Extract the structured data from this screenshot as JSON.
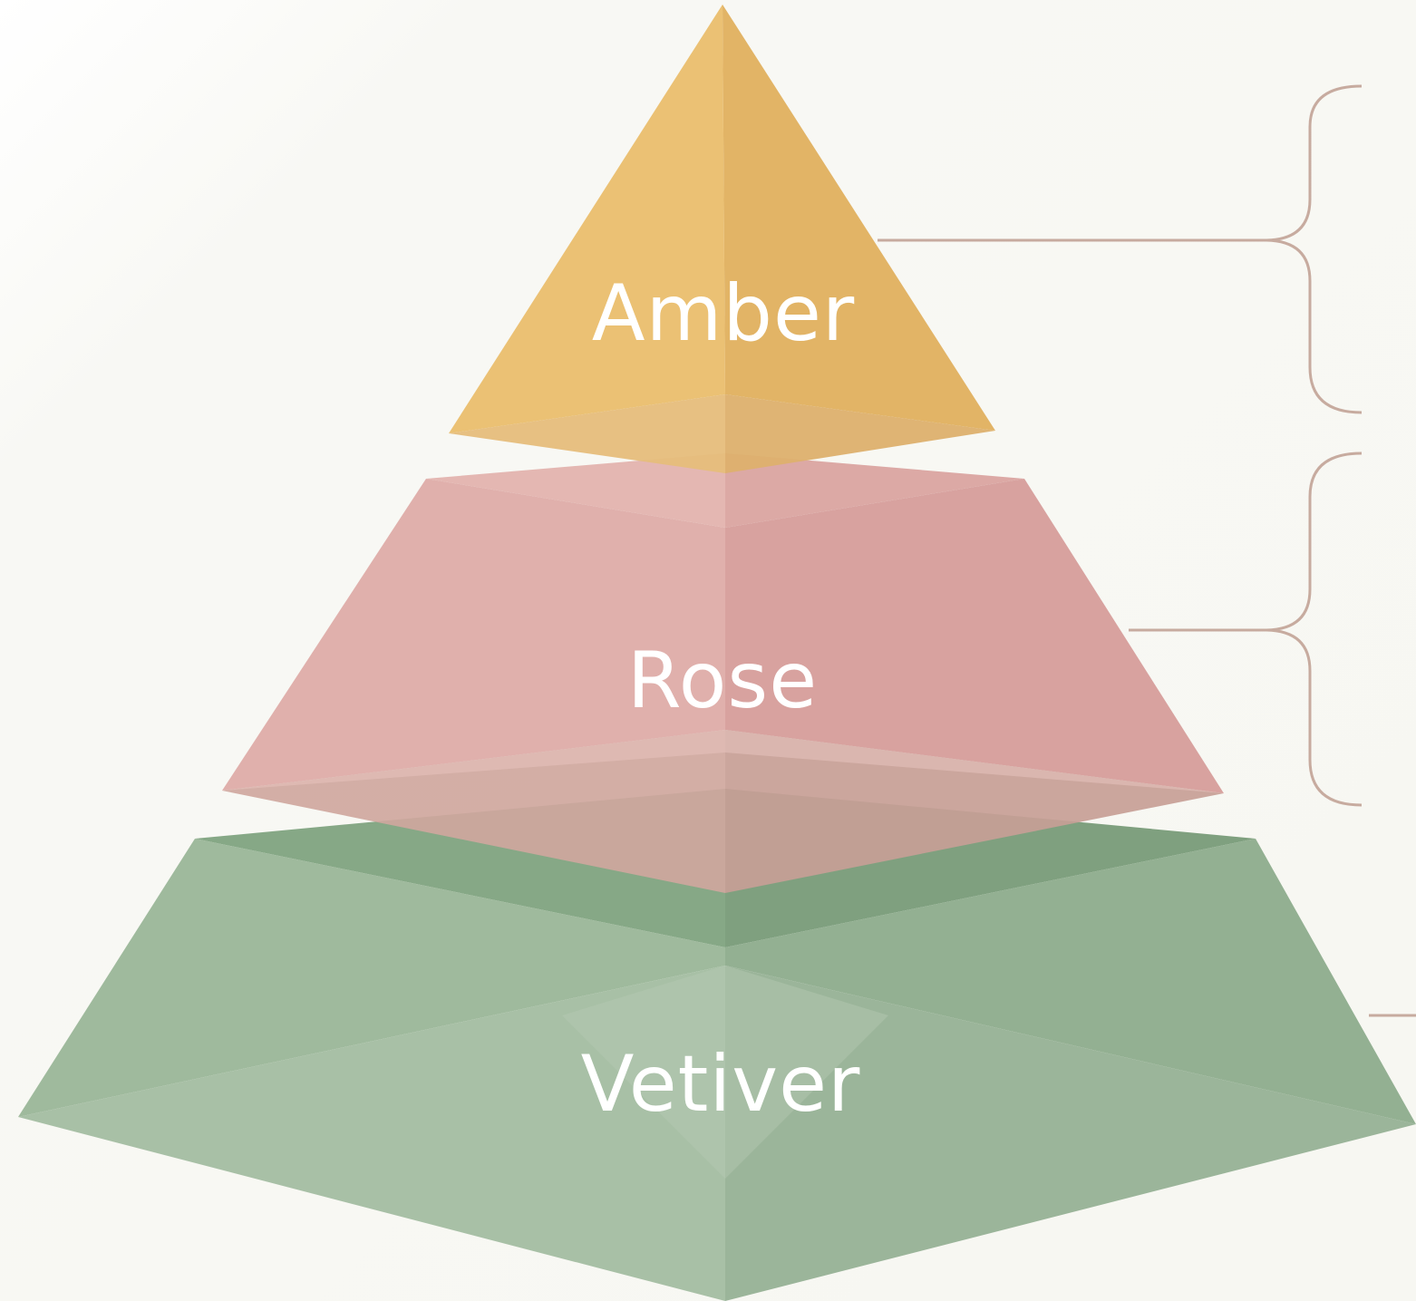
{
  "tiers": [
    {
      "id": "top",
      "label": "Amber",
      "color": "#e7b96a"
    },
    {
      "id": "middle",
      "label": "Rose",
      "color": "#e0a8a4"
    },
    {
      "id": "base",
      "label": "Vetiver",
      "color": "#94b294"
    }
  ],
  "connector_color": "#c7ab9f",
  "background_color": "#f8f8f4"
}
